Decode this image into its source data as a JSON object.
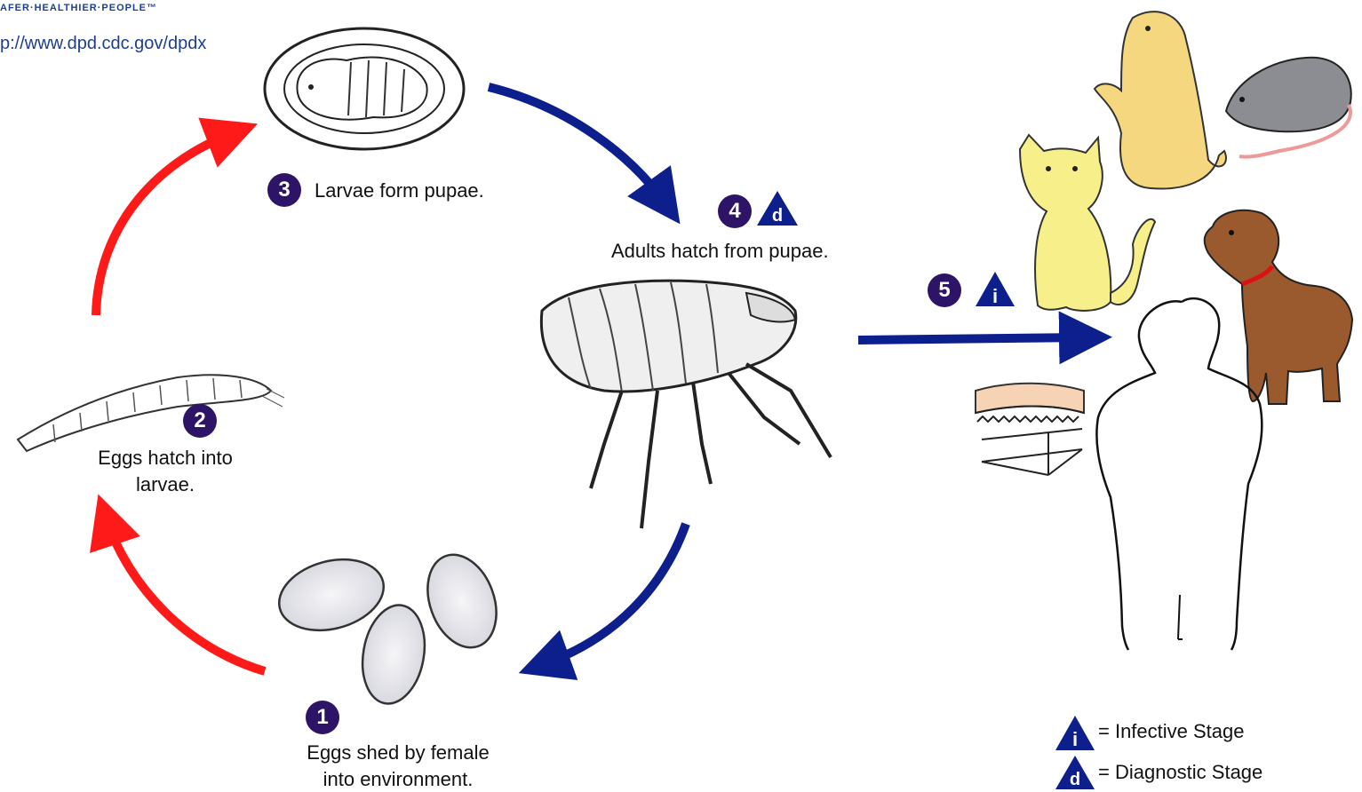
{
  "header": {
    "slogan": "AFER·HEALTHIER·PEOPLE™",
    "url": "p://www.dpd.cdc.gov/dpdx"
  },
  "stages": [
    {
      "number": "1",
      "caption_lines": [
        "Eggs shed by female",
        "into environment."
      ]
    },
    {
      "number": "2",
      "caption_lines": [
        "Eggs hatch into",
        "larvae."
      ]
    },
    {
      "number": "3",
      "caption_lines": [
        "Larvae form pupae."
      ]
    },
    {
      "number": "4",
      "badge": "d",
      "caption_lines": [
        "Adults hatch from pupae."
      ]
    },
    {
      "number": "5",
      "badge": "i"
    }
  ],
  "legend": [
    {
      "letter": "i",
      "label": "= Infective Stage"
    },
    {
      "letter": "d",
      "label": "= Diagnostic Stage"
    }
  ],
  "colors": {
    "environment_arrow": "#ff1a1a",
    "host_arrow": "#0d1f8c",
    "stage_circle": "#2d1466",
    "stage_triangle": "#0d1f8c"
  }
}
